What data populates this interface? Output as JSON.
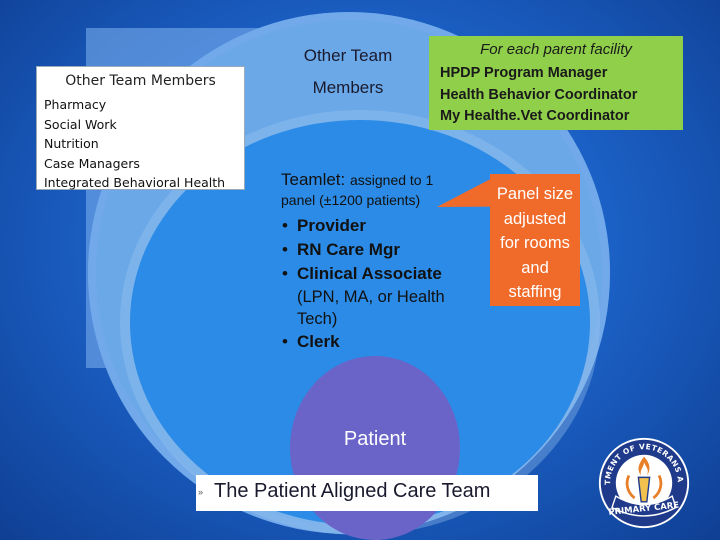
{
  "other_team_box": {
    "title": "Other Team Members",
    "items": [
      "Pharmacy",
      "Social Work",
      "Nutrition",
      "Case Managers",
      "Integrated Behavioral Health"
    ]
  },
  "other_team_center": {
    "line1": "Other Team",
    "line2": "Members"
  },
  "parent_facility": {
    "heading": "For each parent facility",
    "items": [
      "HPDP Program Manager",
      "Health Behavior Coordinator",
      "My Healthe.Vet Coordinator"
    ]
  },
  "teamlet": {
    "heading": "Teamlet:",
    "heading_suffix": "assigned to 1",
    "panel_line": "panel (±1200 patients)",
    "members": {
      "provider": "Provider",
      "rn": "RN Care Mgr",
      "clinical": "Clinical Associate",
      "clinical_sub": "(LPN, MA, or Health Tech)",
      "clerk": "Clerk"
    }
  },
  "panel_callout": {
    "line1": "Panel size",
    "line2": "adjusted",
    "line3": "for rooms",
    "line4": "and",
    "line5": "staffing"
  },
  "patient_label": "Patient",
  "footer": {
    "bullet": "»",
    "title": "The Patient Aligned Care Team"
  },
  "logo": {
    "ring_text": "DEPARTMENT OF VETERANS AFFAIRS",
    "banner_text": "PRIMARY CARE",
    "colors": {
      "ring": "#1f3a8a",
      "banner": "#1f3a8a",
      "flame": "#e8802a",
      "torch": "#f2c14e"
    }
  },
  "colors": {
    "outer_circle": "#6aa8e8",
    "middle_circle": "#2b8be6",
    "patient_circle": "#6b64c8",
    "parent_box": "#8fcf4a",
    "callout": "#f06a2a"
  }
}
